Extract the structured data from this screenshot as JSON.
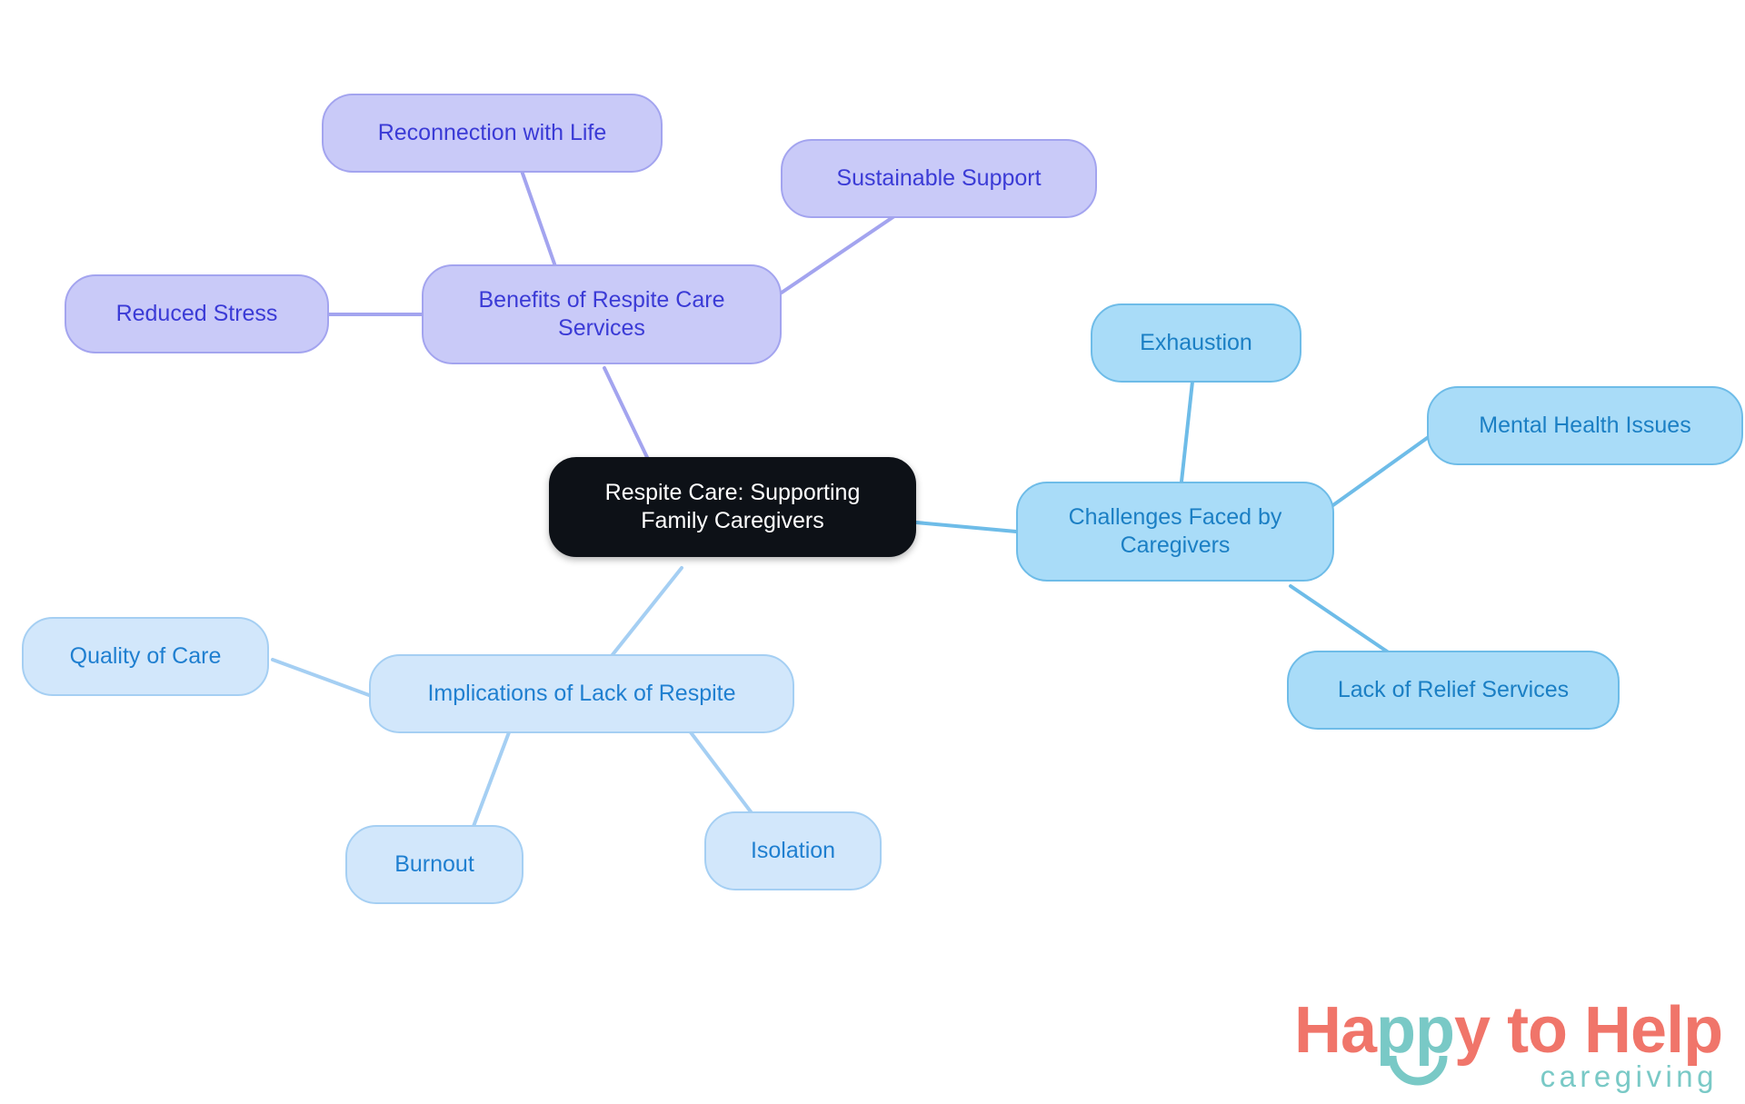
{
  "diagram": {
    "type": "mindmap",
    "background": "#ffffff",
    "root": {
      "id": "root",
      "label": "Respite Care: Supporting\nFamily Caregivers",
      "fill": "#0d1117",
      "text_color": "#ffffff"
    },
    "branches": [
      {
        "id": "benefits",
        "label": "Benefits of Respite Care\nServices",
        "fill": "#c9caf8",
        "border": "#a3a4ef",
        "text_color": "#3b3bd6",
        "children": [
          {
            "id": "reconnection",
            "label": "Reconnection with Life"
          },
          {
            "id": "sustainable-support",
            "label": "Sustainable Support"
          },
          {
            "id": "reduced-stress",
            "label": "Reduced Stress"
          }
        ]
      },
      {
        "id": "challenges",
        "label": "Challenges Faced by\nCaregivers",
        "fill": "#a9dcf8",
        "border": "#6ebce8",
        "text_color": "#1b7fc4",
        "children": [
          {
            "id": "exhaustion",
            "label": "Exhaustion"
          },
          {
            "id": "mental-health-issues",
            "label": "Mental Health Issues"
          },
          {
            "id": "lack-of-relief-services",
            "label": "Lack of Relief Services"
          }
        ]
      },
      {
        "id": "implications",
        "label": "Implications of Lack of Respite",
        "fill": "#d2e7fb",
        "border": "#a5cff3",
        "text_color": "#1f7fd0",
        "children": [
          {
            "id": "quality-of-care",
            "label": "Quality of Care"
          },
          {
            "id": "burnout",
            "label": "Burnout"
          },
          {
            "id": "isolation",
            "label": "Isolation"
          }
        ]
      }
    ],
    "edge_colors": {
      "purple": "#a3a4ef",
      "blue": "#6ebce8",
      "paleblue": "#a5cff3"
    }
  },
  "logo": {
    "word_happy_h": "H",
    "word_happy_a": "a",
    "word_happy_pp": "pp",
    "word_happy_y": "y",
    "word_to_help": " to Help",
    "tagline": "caregiving",
    "coral": "#f0756a",
    "teal": "#79c9c6"
  }
}
